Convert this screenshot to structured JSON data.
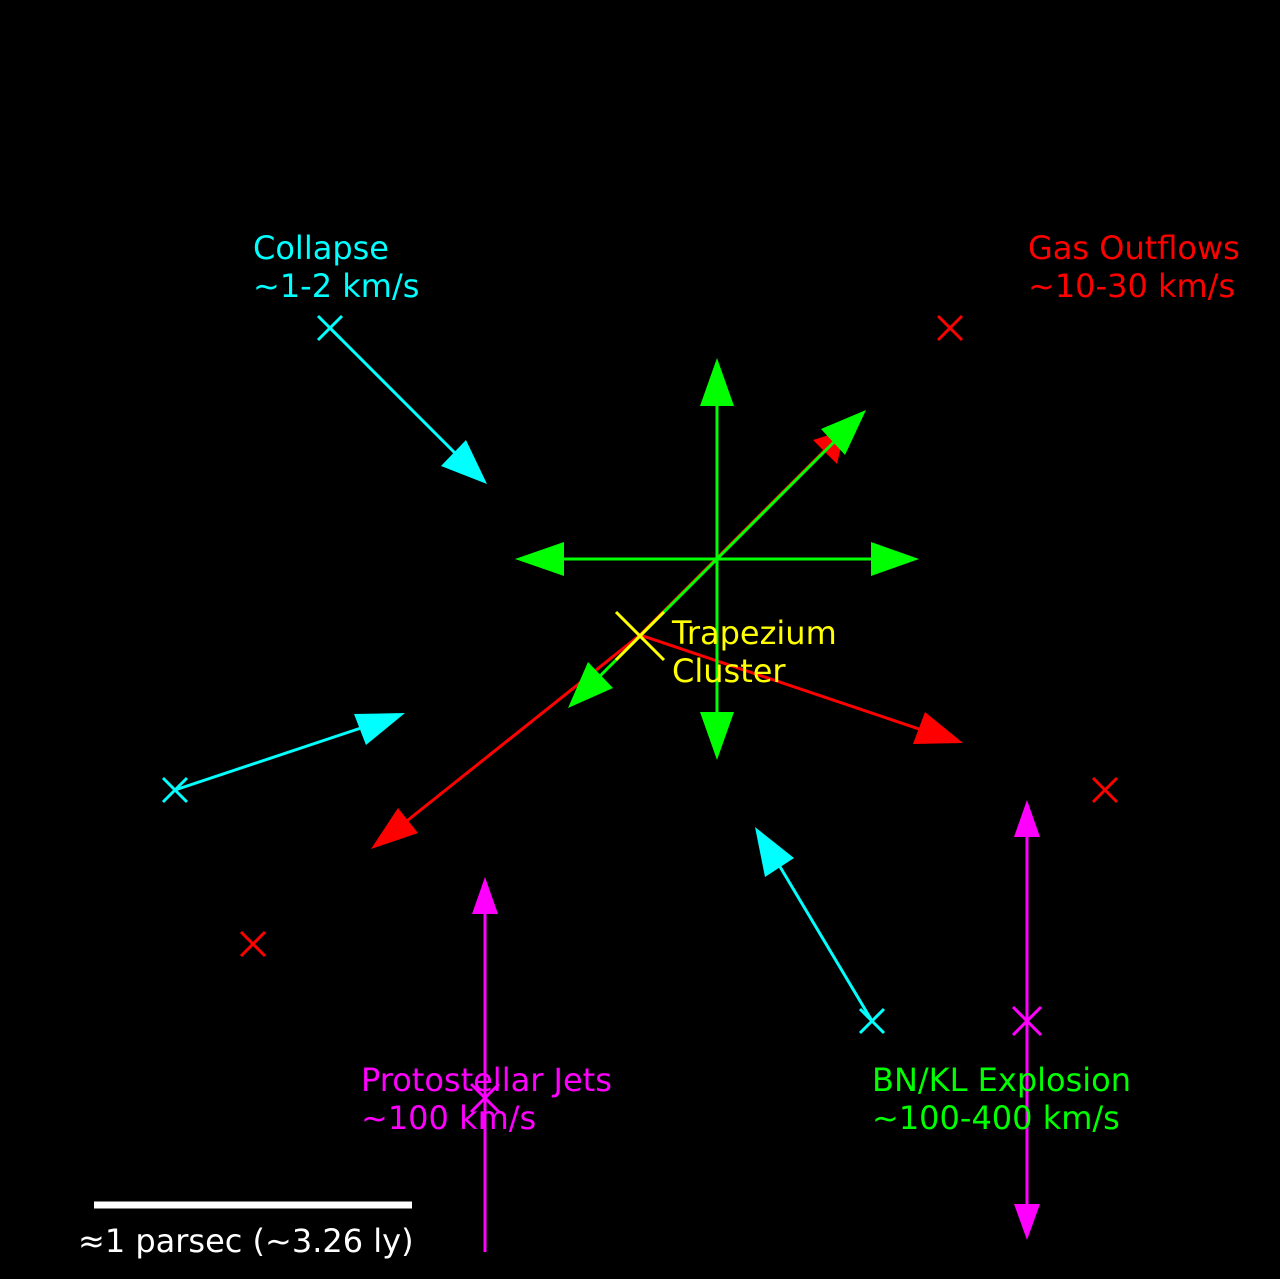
{
  "colors": {
    "background": "#000000",
    "collapse": "#00ffff",
    "outflows": "#ff0000",
    "explosion": "#00ff00",
    "jets": "#ff00ff",
    "cluster": "#ffff00",
    "scale": "#ffffff"
  },
  "labels": {
    "collapse": {
      "title": "Collapse",
      "speed": "~1-2 km/s"
    },
    "outflows": {
      "title": "Gas Outflows",
      "speed": "~10-30 km/s"
    },
    "cluster": {
      "line1": "Trapezium",
      "line2": "Cluster"
    },
    "jets": {
      "title": "Protostellar Jets",
      "speed": "~100 km/s"
    },
    "explosion": {
      "title": "BN/KL Explosion",
      "speed": "~100-400 km/s"
    }
  },
  "scale_bar": {
    "label": "≈1 parsec (~3.26 ly)"
  }
}
